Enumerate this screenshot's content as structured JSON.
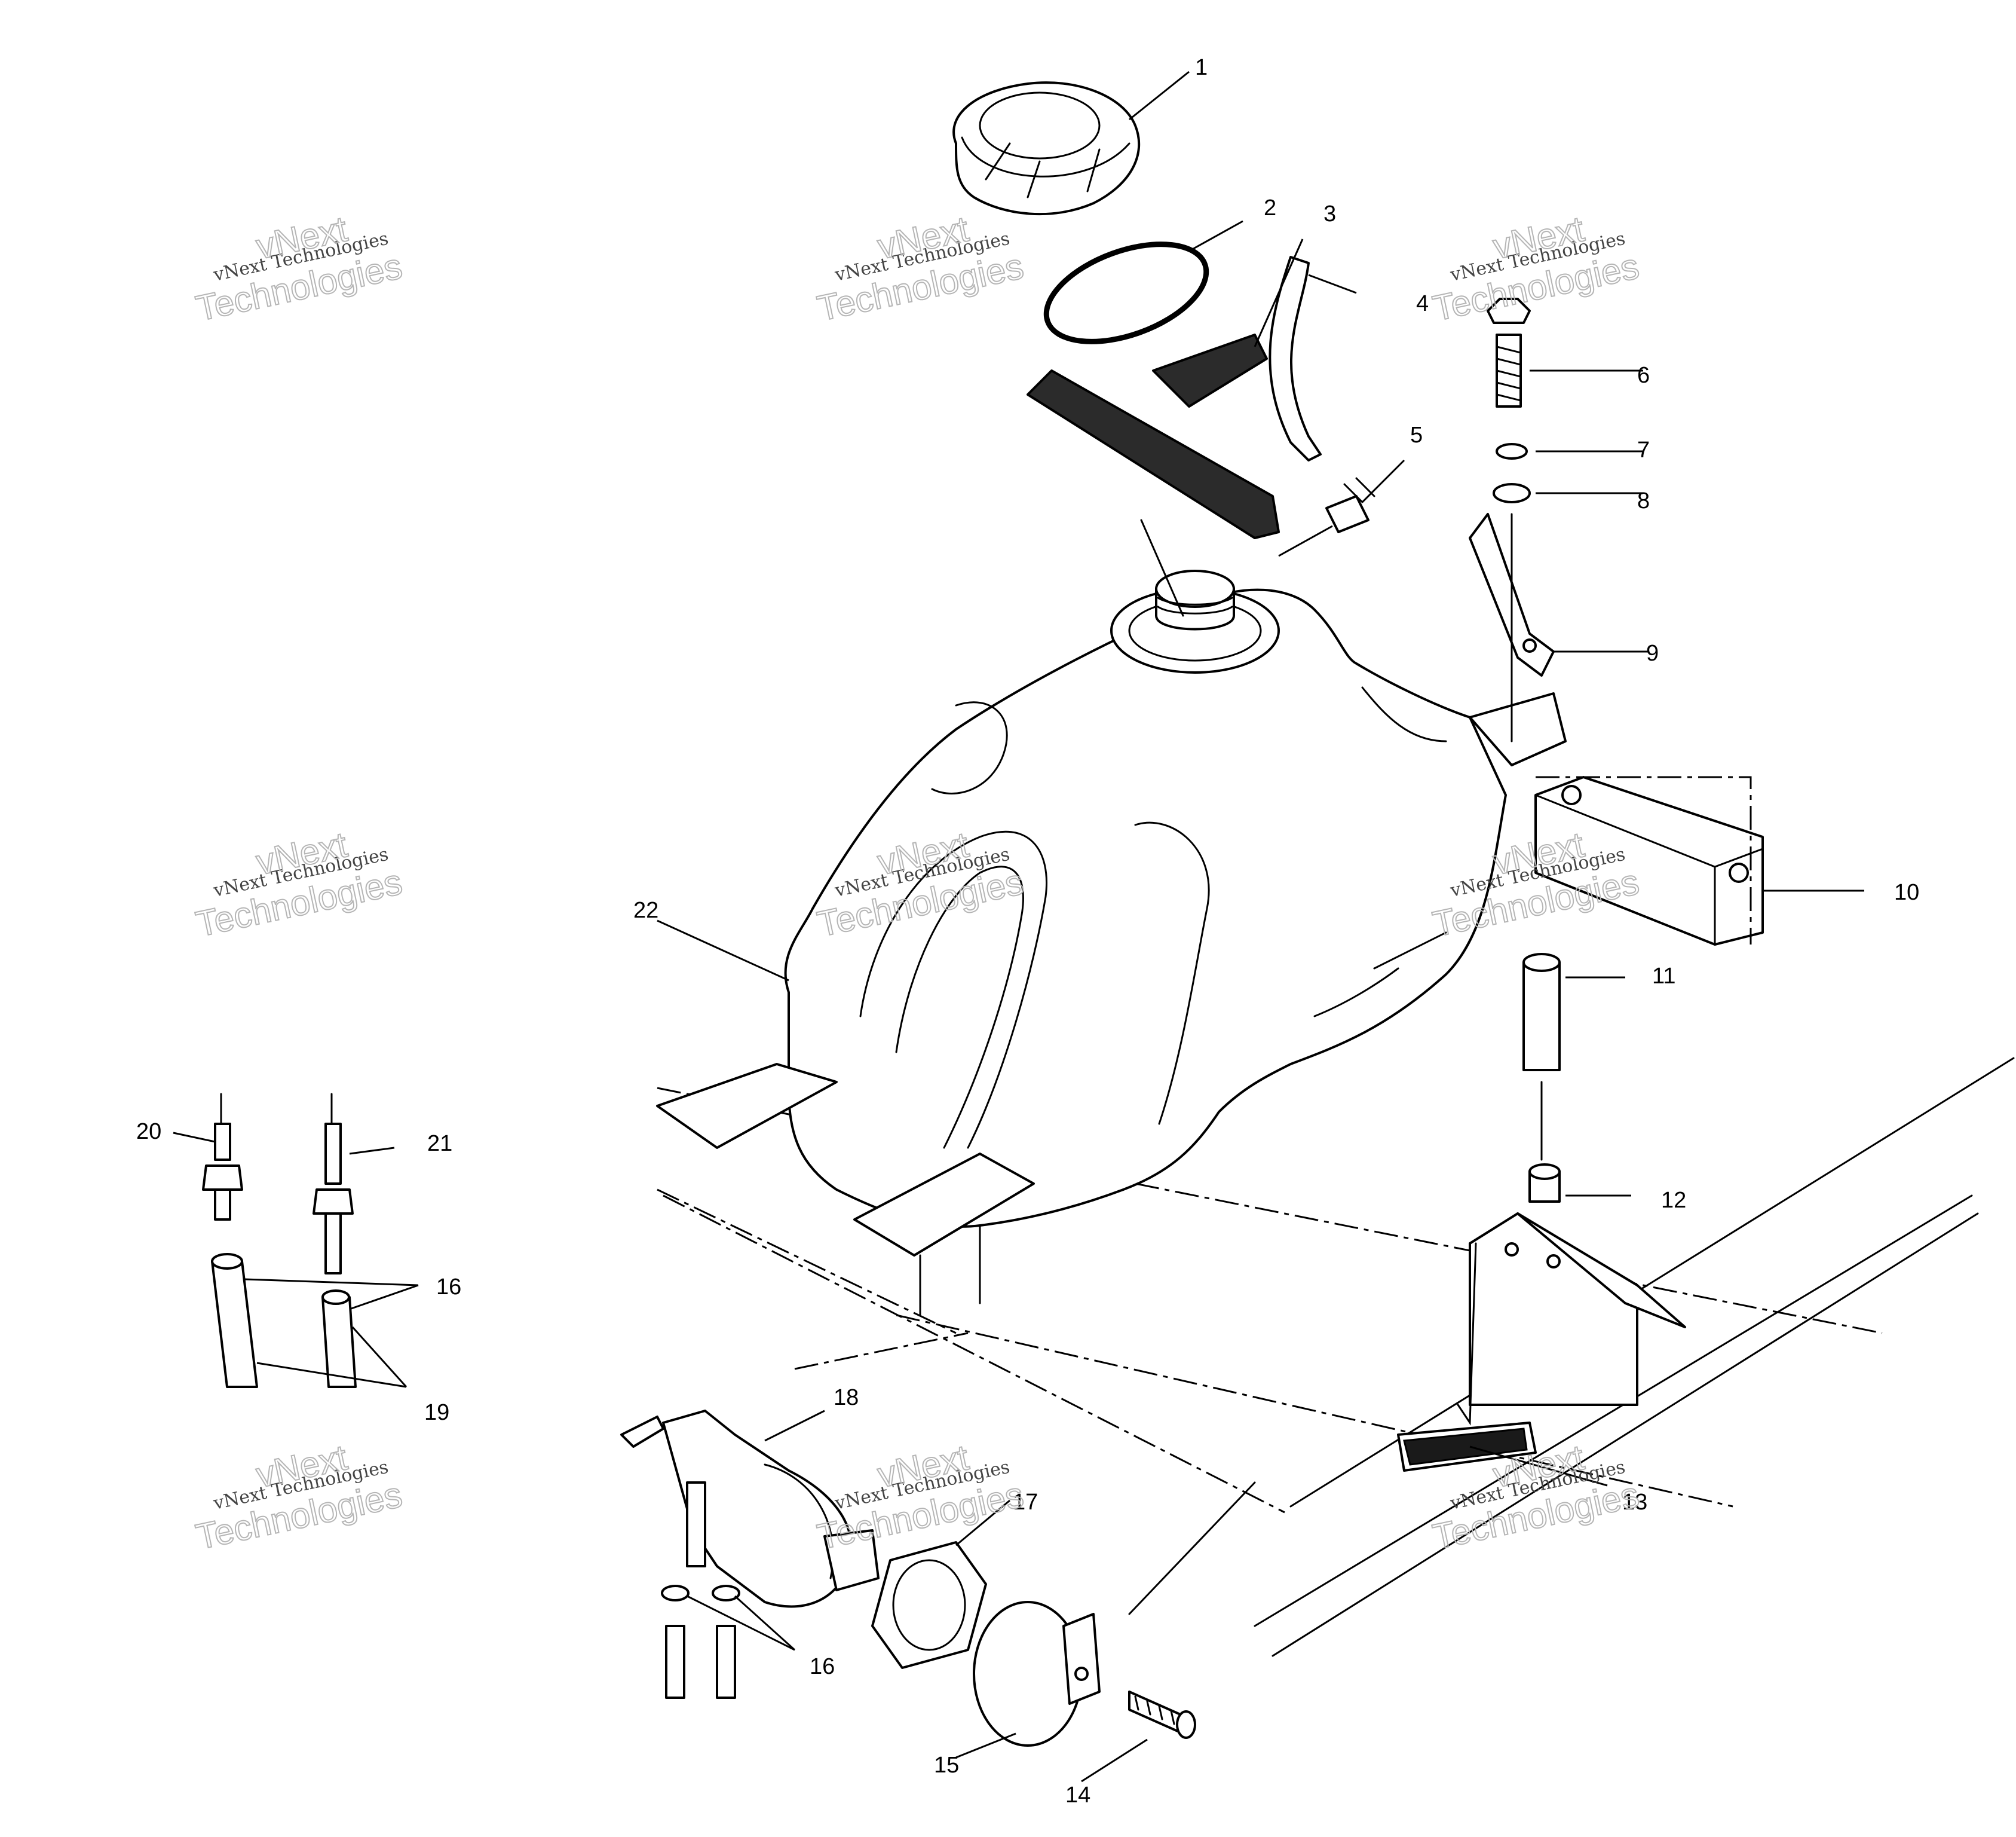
{
  "watermark": {
    "line1": "vNext Technologies",
    "line2": "vNext",
    "line3": "Technologies"
  },
  "callouts": [
    "1",
    "2",
    "3",
    "4",
    "5",
    "6",
    "7",
    "8",
    "9",
    "10",
    "11",
    "12",
    "13",
    "14",
    "15",
    "16",
    "16",
    "17",
    "18",
    "19",
    "20",
    "21",
    "22"
  ],
  "style": {
    "line_color": "#000000",
    "background": "#ffffff",
    "watermark_color": "#b5b5b5"
  }
}
